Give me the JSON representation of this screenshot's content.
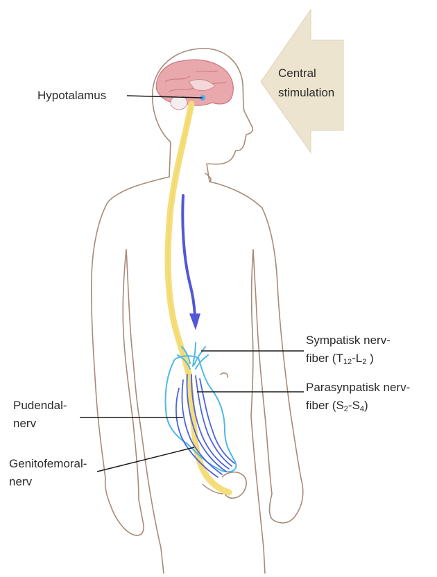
{
  "labels": {
    "central": [
      "Central",
      "stimulation"
    ],
    "hypothalamus": "Hypotalamus",
    "sympathetic": {
      "line1": "Sympatisk nerv-",
      "line2_prefix": "fiber (T",
      "sub1": "12",
      "dash": "-L",
      "sub2": "2",
      "suffix": " )"
    },
    "parasympathetic": {
      "line1": "Parasynpatisk nerv-",
      "line2_prefix": "fiber (S",
      "sub1": "2",
      "dash": "-S",
      "sub2": "4",
      "suffix": ")"
    },
    "pudendal": [
      "Pudendal-",
      "nerv"
    ],
    "genitofemoral": [
      "Genitofemoral-",
      "nerv"
    ]
  },
  "colors": {
    "outline": "#a88a76",
    "spinal_cord": "#f5de7a",
    "arrow": "#5257d6",
    "nerve_blue": "#4a64e0",
    "region_outline": "#4fb8e8",
    "brain": "#e8a8ac",
    "stimulation_arrow": "#ece4cf",
    "leader_line": "#1a1a1a",
    "text": "#2b2b2b"
  }
}
